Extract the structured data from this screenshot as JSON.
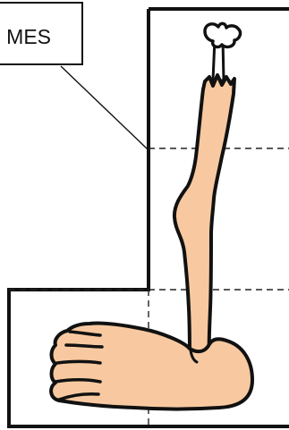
{
  "callout": {
    "label": "MES"
  },
  "colors": {
    "skin": "#f8c9a0",
    "outline": "#111111",
    "background": "#ffffff",
    "guide_line": "#222222"
  },
  "icons": {
    "bone": "bone-icon",
    "foot": "foot-illustration",
    "leg": "leg-illustration"
  }
}
